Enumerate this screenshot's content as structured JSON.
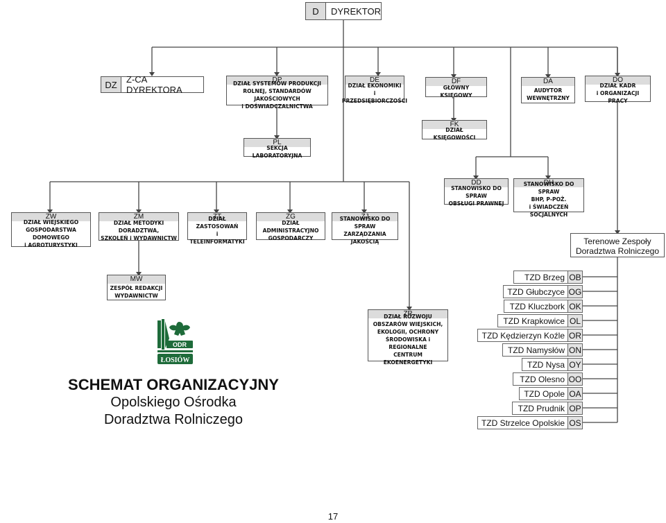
{
  "director": {
    "code": "D",
    "label": "DYREKTOR"
  },
  "deputy": {
    "code": "DZ",
    "label": "Z-CA DYREKTORA"
  },
  "units": {
    "dp": {
      "code": "DP",
      "name": "DZIAŁ SYSTEMÓW PRODUKCJI\nROLNEJ, STANDARDÓW JAKOŚCIOWYCH\ni DOŚWIADCZALNICTWA"
    },
    "de": {
      "code": "DE",
      "name": "DZIAŁ EKONOMIKI\ni PRZEDSIĘBIORCZOŚCI"
    },
    "df": {
      "code": "DF",
      "name": "GŁÓWNY KSIĘGOWY"
    },
    "da": {
      "code": "DA",
      "name": "AUDYTOR\nWEWNĘTRZNY"
    },
    "do": {
      "code": "DO",
      "name": "DZIAŁ KADR\ni ORGANIZACJI PRACY"
    },
    "pl": {
      "code": "PL",
      "name": "SEKCJA LABORATORYJNA"
    },
    "fk": {
      "code": "FK",
      "name": "DZIAŁ KSIĘGOWOŚCI"
    },
    "dd": {
      "code": "DD",
      "name": "STANOWISKO DO SPRAW\nOBSŁUGI PRAWNEJ"
    },
    "dh": {
      "code": "DH",
      "name": "STANOWISKO DO SPRAW\nBHP, P-POŻ.\ni ŚWIADCZEŃ SOCJALNYCH"
    },
    "zw": {
      "code": "ZW",
      "name": "DZIAŁ WIEJSKIEGO\nGOSPODARSTWA DOMOWEGO\ni AGROTURYSTYKI"
    },
    "zm": {
      "code": "ZM",
      "name": "DZIAŁ METODYKI DORADZTWA,\nSZKOLEŃ i WYDAWNICTW"
    },
    "zt": {
      "code": "ZT",
      "name": "DZIAŁ ZASTOSOWAŃ\ni TELEINFORMATYKI"
    },
    "zg": {
      "code": "ZG",
      "name": "DZIAŁ ADMINISTRACYJNO\nGOSPODARCZY"
    },
    "zj": {
      "code": "ZJ",
      "name": "STANOWISKO DO SPRAW\nZARZĄDZANIA JAKOŚCIĄ"
    },
    "mw": {
      "code": "MW",
      "name": "ZESPÓŁ REDAKCJI\nWYDAWNICTW"
    },
    "zr": {
      "code": "ZR",
      "name": "DZIAŁ ROZWOJU\nOBSZARÓW WIEJSKICH,\nEKOLOGII, OCHRONY\nŚRODOWISKA i REGIONALNE\nCENTRUM EKOENERGETYKI"
    }
  },
  "terenowe": {
    "label": "Terenowe Zespoły\nDoradztwa Rolniczego"
  },
  "tzd": [
    {
      "name": "TZD Brzeg",
      "code": "OB"
    },
    {
      "name": "TZD Głubczyce",
      "code": "OG"
    },
    {
      "name": "TZD Kluczbork",
      "code": "OK"
    },
    {
      "name": "TZD Krapkowice",
      "code": "OL"
    },
    {
      "name": "TZD Kędzierzyn Koźle",
      "code": "OR"
    },
    {
      "name": "TZD Namysłów",
      "code": "ON"
    },
    {
      "name": "TZD Nysa",
      "code": "OY"
    },
    {
      "name": "TZD Olesno",
      "code": "OO"
    },
    {
      "name": "TZD Opole",
      "code": "OA"
    },
    {
      "name": "TZD Prudnik",
      "code": "OP"
    },
    {
      "name": "TZD Strzelce Opolskie",
      "code": "OS"
    }
  ],
  "logo": {
    "text": "ODR ŁOSIÓW",
    "color": "#1e6b3a"
  },
  "title": {
    "line1": "SCHEMAT ORGANIZACYJNY",
    "line2": "Opolskiego Ośrodka",
    "line3": "Doradztwa Rolniczego"
  },
  "page_number": "17"
}
